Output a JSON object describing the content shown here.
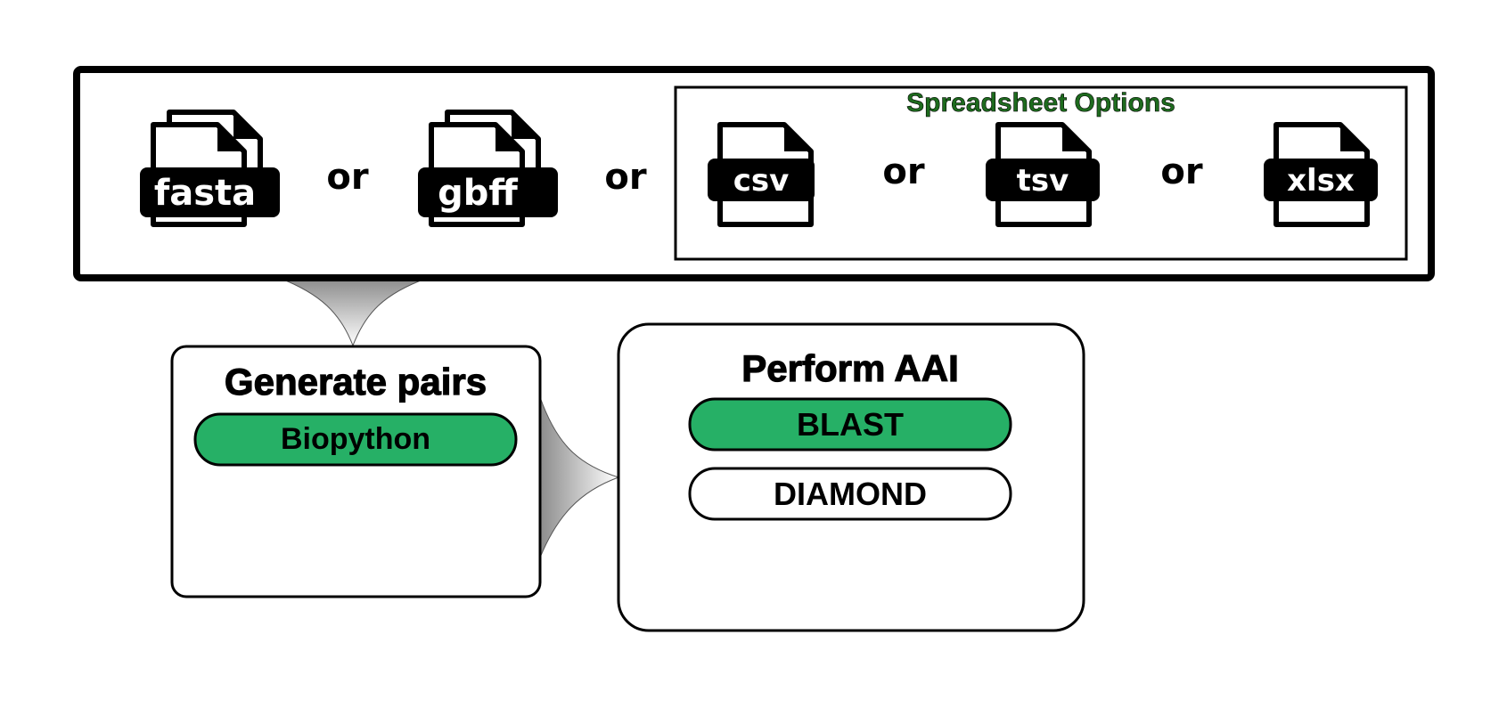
{
  "input_formats": {
    "files": [
      {
        "label": "fasta",
        "icon": "stacked-file-icon"
      },
      {
        "label": "gbff",
        "icon": "stacked-file-icon"
      }
    ],
    "connectors": [
      "or",
      "or",
      "or",
      "or"
    ],
    "spreadsheet": {
      "title": "Spreadsheet Options",
      "title_color": "#1e6b1e",
      "files": [
        {
          "label": "csv",
          "icon": "file-icon"
        },
        {
          "label": "tsv",
          "icon": "file-icon"
        },
        {
          "label": "xlsx",
          "icon": "file-icon"
        }
      ]
    }
  },
  "steps": [
    {
      "title": "Generate pairs",
      "tools": [
        {
          "label": "Biopython",
          "selected": true
        }
      ]
    },
    {
      "title": "Perform AAI",
      "tools": [
        {
          "label": "BLAST",
          "selected": true
        },
        {
          "label": "DIAMOND",
          "selected": false
        }
      ]
    }
  ],
  "colors": {
    "selected_tool": "#26b066",
    "outline": "#000000"
  }
}
